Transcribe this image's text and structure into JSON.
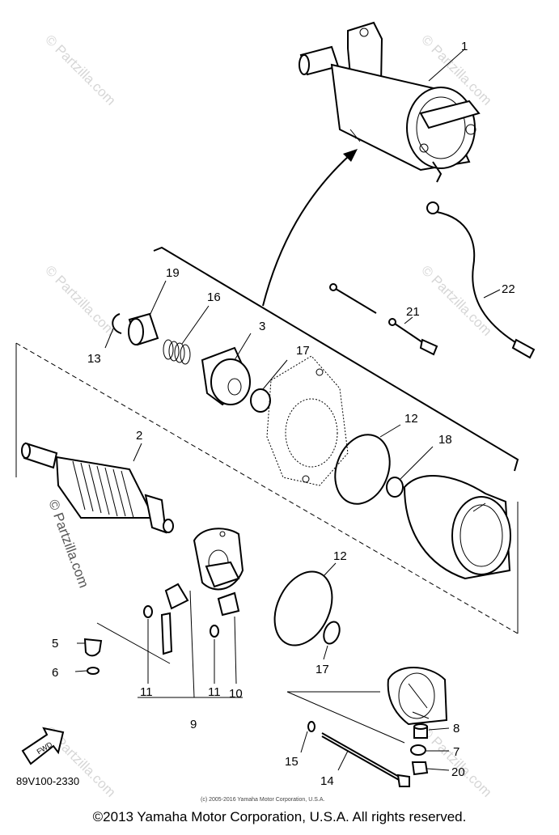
{
  "watermark": "© Partzilla.com",
  "diagram_code": "89V100-2330",
  "fwd_label": "FWD",
  "small_notice": "(c) 2005-2016 Yamaha Motor Corporation, U.S.A.",
  "copyright": "©2013 Yamaha Motor Corporation, U.S.A. All rights reserved.",
  "callouts": {
    "c1": "1",
    "c2": "2",
    "c3": "3",
    "c5": "5",
    "c6": "6",
    "c7": "7",
    "c8": "8",
    "c9": "9",
    "c10": "10",
    "c11a": "11",
    "c11b": "11",
    "c12a": "12",
    "c12b": "12",
    "c13": "13",
    "c14": "14",
    "c15": "15",
    "c16": "16",
    "c17a": "17",
    "c17b": "17",
    "c18": "18",
    "c19": "19",
    "c20": "20",
    "c21": "21",
    "c22": "22"
  }
}
